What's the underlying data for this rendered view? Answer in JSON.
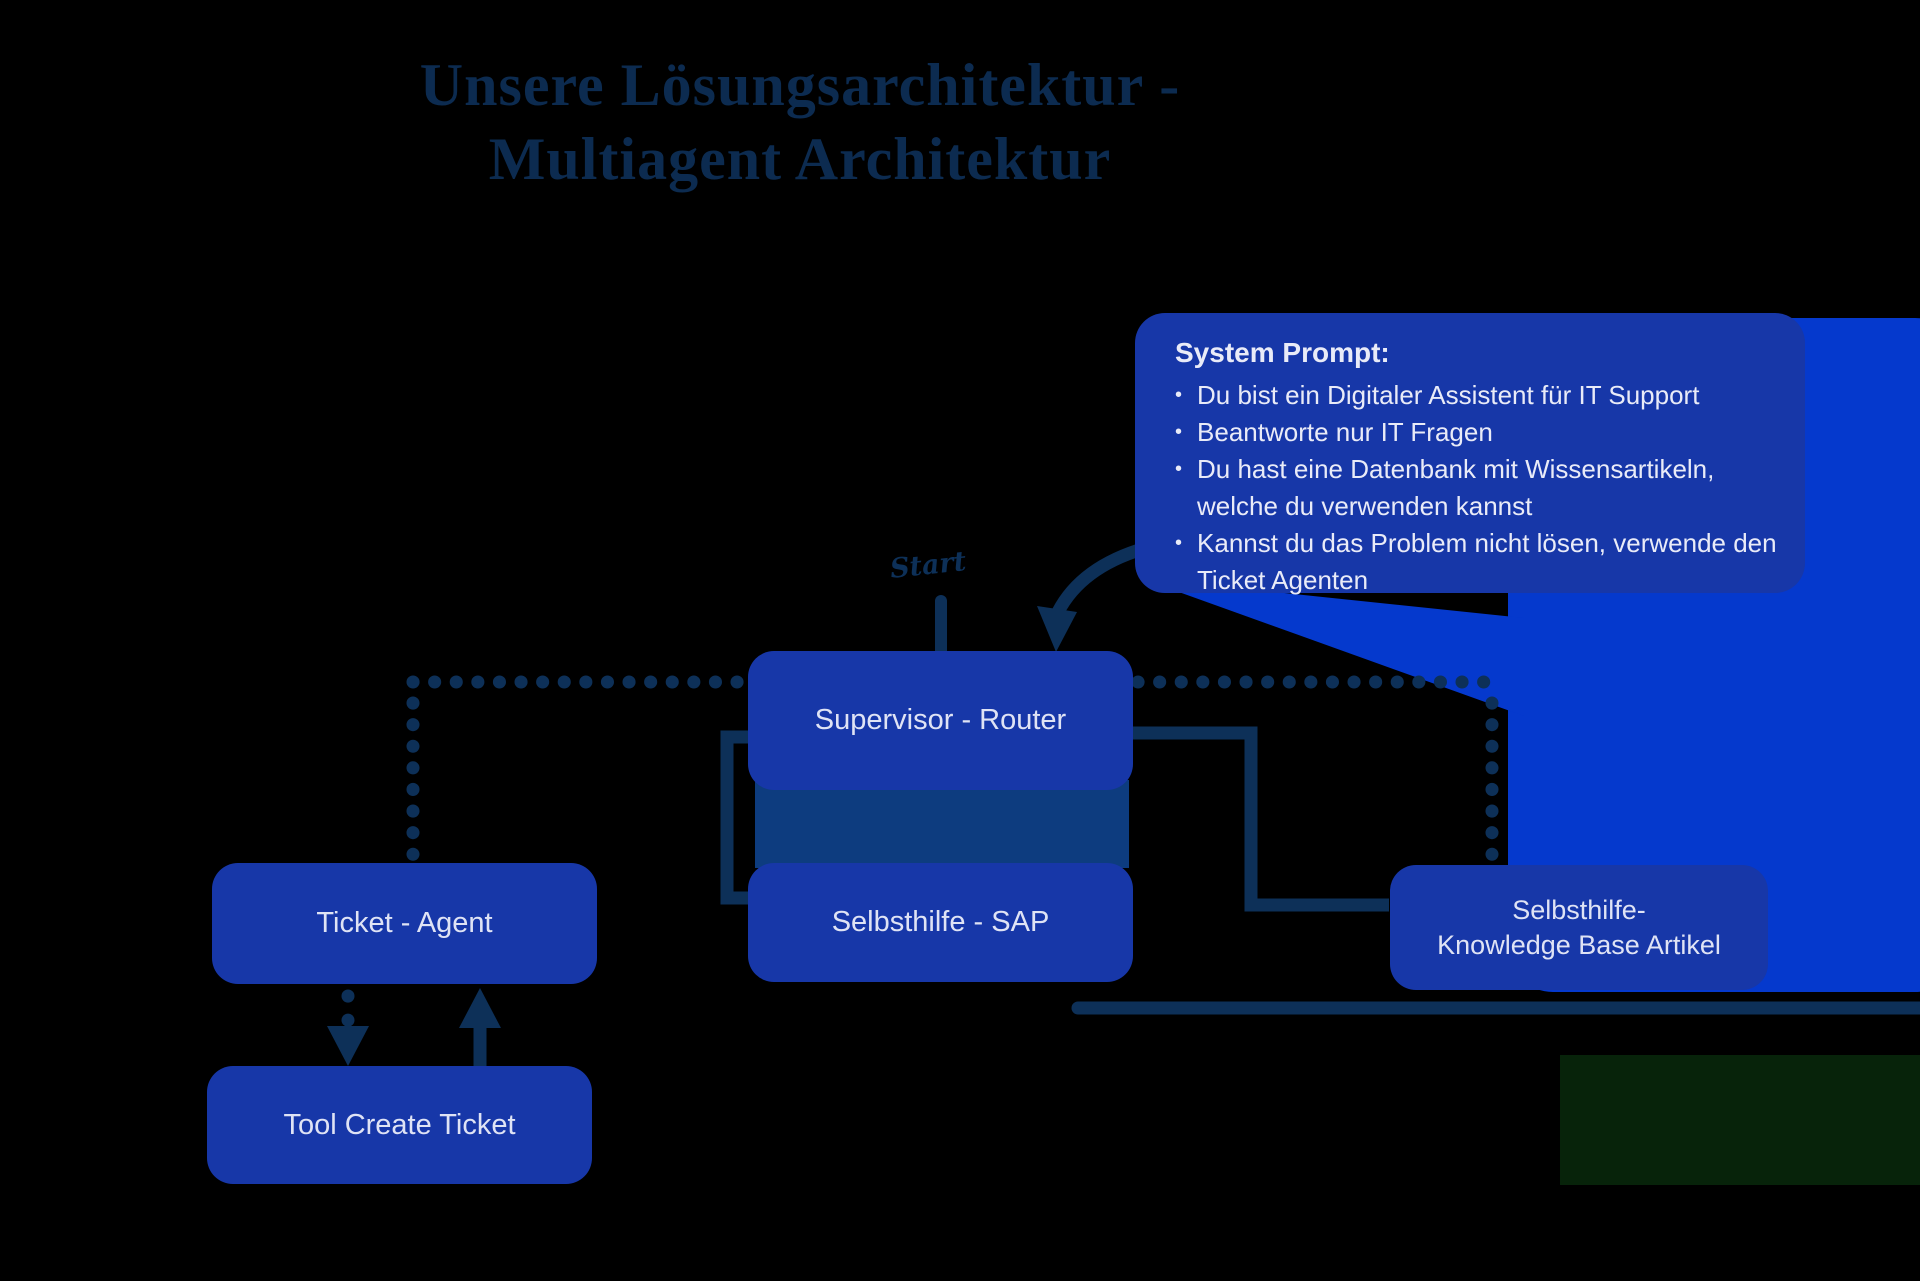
{
  "title": {
    "line1": "Unsere Lösungsarchitektur -",
    "line2": "Multiagent Architektur"
  },
  "system_prompt": {
    "heading": "System Prompt:",
    "bullets": [
      "Du bist ein Digitaler Assistent für IT Support",
      "Beantworte nur IT Fragen",
      "Du hast eine Datenbank mit Wissensartikeln, welche du verwenden kannst",
      "Kannst du das Problem nicht lösen, verwende den Ticket Agenten"
    ]
  },
  "nodes": {
    "supervisor": "Supervisor - Router",
    "ticket_agent": "Ticket - Agent",
    "selbsthilfe_sap": "Selbsthilfe - SAP",
    "knowledge_base": {
      "line1": "Selbsthilfe-",
      "line2": "Knowledge Base Artikel"
    },
    "tool_create_ticket": "Tool Create Ticket"
  },
  "labels": {
    "start": "Start"
  },
  "colors": {
    "background": "#000000",
    "box_blue": "#1737a8",
    "bright_blue": "#0539cd",
    "band_blue": "#0d3c7f",
    "connector_navy": "#0d3058",
    "title_navy": "#0c2b50",
    "text_light": "#dfe3f5"
  }
}
